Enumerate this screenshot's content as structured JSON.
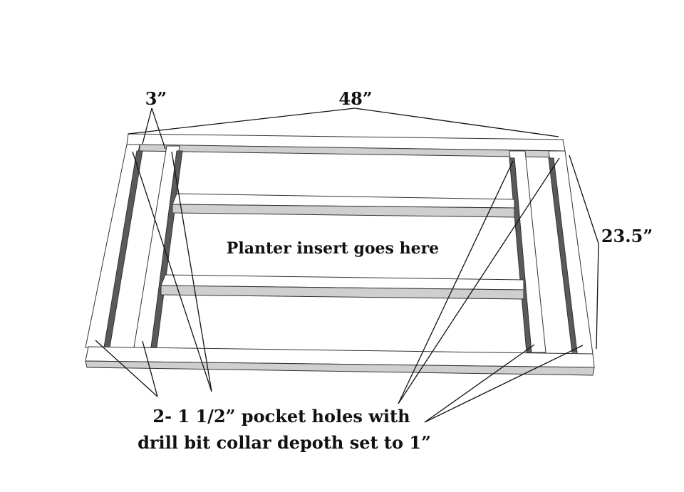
{
  "labels": {
    "width_3": "3”",
    "length_48": "48”",
    "depth_23_5": "23.5”",
    "center_note": "Planter insert goes here",
    "pocket_line1": "2- 1 1/2” pocket holes with",
    "pocket_line2": "drill bit collar depoth set to 1”"
  },
  "colors": {
    "wood_face": "#ffffff",
    "wood_side": "#cfcfcf",
    "shadow": "#5a5a5a",
    "lines": "#111111"
  }
}
